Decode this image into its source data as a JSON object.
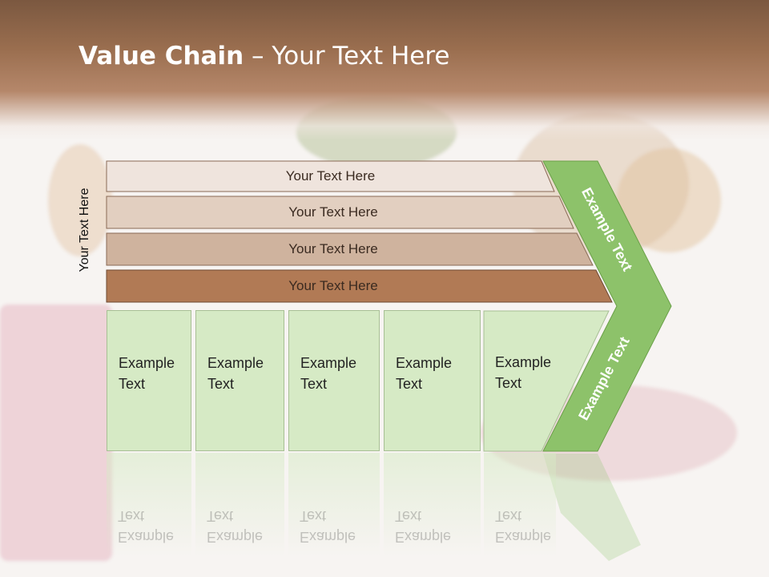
{
  "title": {
    "bold": "Value Chain",
    "rest": " – Your Text Here"
  },
  "side_label": "Your Text Here",
  "bars": [
    {
      "label": "Your Text Here",
      "color": "#efe4dd"
    },
    {
      "label": "Your Text Here",
      "color": "#e2cfc0"
    },
    {
      "label": "Your Text Here",
      "color": "#cfb39e"
    },
    {
      "label": "Your Text Here",
      "color": "#b17a55"
    }
  ],
  "boxes": [
    {
      "line1": "Example",
      "line2": "Text"
    },
    {
      "line1": "Example",
      "line2": "Text"
    },
    {
      "line1": "Example",
      "line2": "Text"
    },
    {
      "line1": "Example",
      "line2": "Text"
    },
    {
      "line1": "Example",
      "line2": "Text"
    }
  ],
  "arrow_upper": "Example Text",
  "arrow_lower": "Example Text",
  "colors": {
    "header": "#8c6448",
    "arrow": "#8dc26a",
    "box": "#d6eac5"
  }
}
